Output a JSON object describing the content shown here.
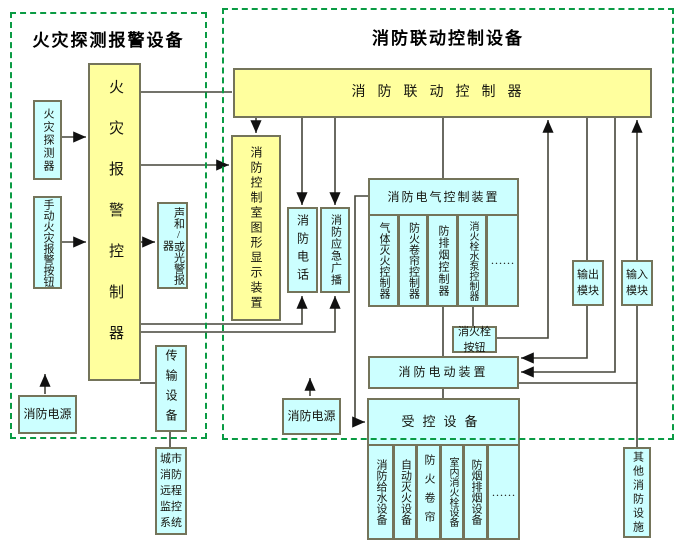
{
  "panels": {
    "detection": {
      "title": "火灾探测报警设备"
    },
    "linkage": {
      "title": "消防联动控制设备"
    }
  },
  "nodes": {
    "fire_detector": {
      "label": "火灾探测器"
    },
    "manual_call_point": {
      "label": "手动火灾报警按钮"
    },
    "fire_alarm_controller": {
      "label": "火灾报警控制器"
    },
    "sound_light_alarm": {
      "label": "声和/或光警报器"
    },
    "transmission_device": {
      "label": "传输设备"
    },
    "fire_power_detection": {
      "label": "消防电源"
    },
    "city_remote_monitoring": {
      "label": "城市消防远程监控系统"
    },
    "linkage_controller": {
      "label": "消防联动控制器"
    },
    "control_room_graphic_display": {
      "label": "消防控制室图形显示装置"
    },
    "fire_telephone": {
      "label": "消防电话"
    },
    "emergency_broadcast": {
      "label": "消防应急广播"
    },
    "electrical_control_device": {
      "label": "消防电气控制装置"
    },
    "electrical_children": [
      "气体灭火控制器",
      "防火卷帘控制器",
      "防排烟控制器",
      "消火栓水泵控制器",
      "……"
    ],
    "hydrant_button": {
      "label": "消火栓按钮"
    },
    "output_module": {
      "label": "输出模块"
    },
    "input_module": {
      "label": "输入模块"
    },
    "electric_actuator": {
      "label": "消防电动装置"
    },
    "fire_power_linkage": {
      "label": "消防电源"
    },
    "controlled_equipment": {
      "label": "受控设备"
    },
    "controlled_children": [
      "消防给水设备",
      "自动灭火设备",
      "防火卷帘",
      "室内消火栓设备",
      "防烟排烟设备",
      "……"
    ],
    "other_fire_facilities": {
      "label": "其他消防设施"
    }
  },
  "colors": {
    "box_yellow": "#FFFF9E",
    "box_cyan": "#CCFFFF",
    "panel_green": "#0A9B44"
  }
}
